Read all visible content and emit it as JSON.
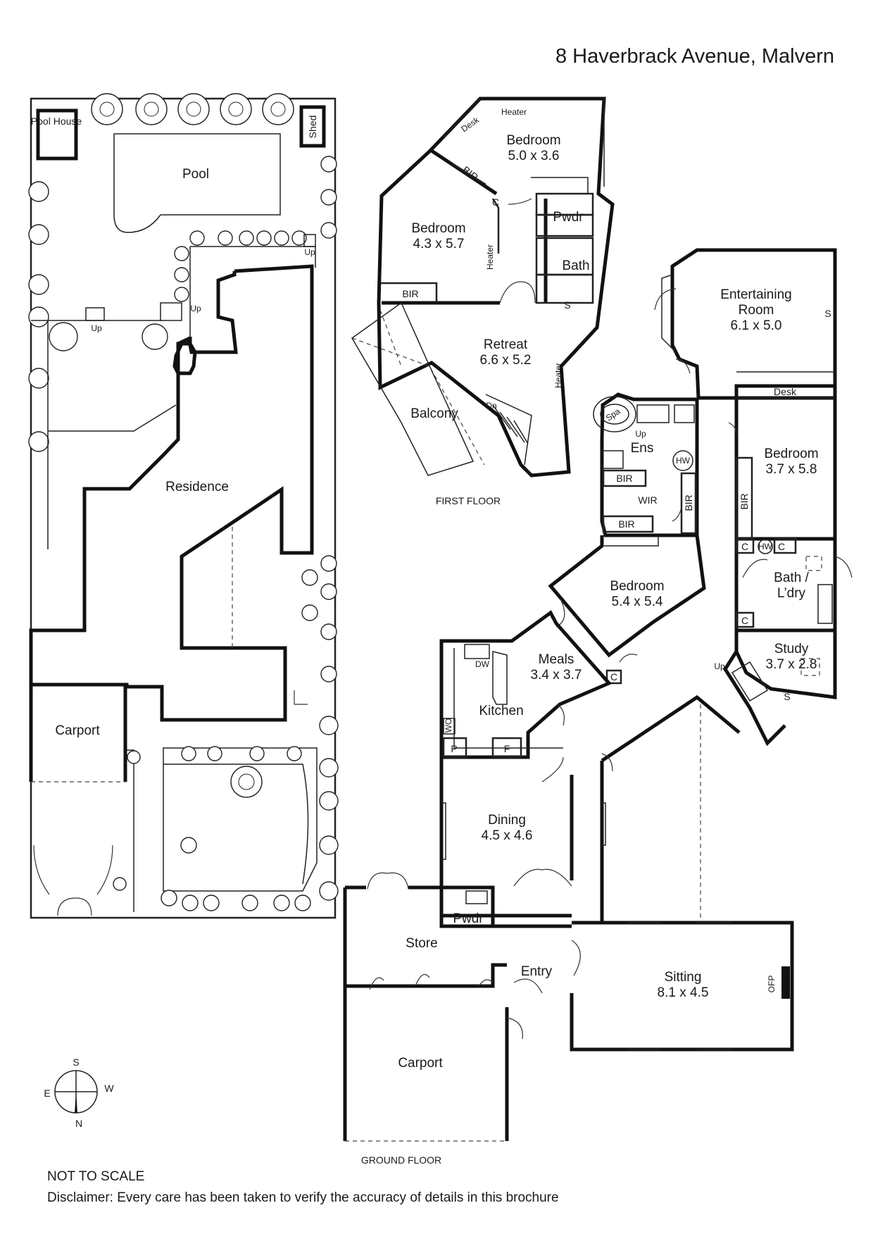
{
  "title": "8 Haverbrack Avenue, Malvern",
  "site": {
    "pool_house": "Pool House",
    "shed": "Shed",
    "pool": "Pool",
    "residence": "Residence",
    "carport": "Carport",
    "up_1": "Up",
    "up_2": "Up",
    "up_3": "Up"
  },
  "first_floor": {
    "label": "FIRST FLOOR",
    "bedroom1": {
      "name": "Bedroom",
      "dims": "5.0 x 3.6"
    },
    "bedroom2": {
      "name": "Bedroom",
      "dims": "4.3 x 5.7"
    },
    "retreat": {
      "name": "Retreat",
      "dims": "6.6 x 5.2"
    },
    "balcony": "Balcony",
    "heater_1": "Heater",
    "heater_2": "Heater",
    "heater_3": "Heater",
    "desk": "Desk",
    "bir_1": "BIR",
    "bir_2": "BIR",
    "c": "C",
    "pwdr": "Pwdr",
    "bath": "Bath",
    "s": "S",
    "dn": "Dn"
  },
  "ground_floor": {
    "label": "GROUND FLOOR",
    "entertaining": {
      "name_1": "Entertaining",
      "name_2": "Room",
      "dims": "6.1 x 5.0"
    },
    "ent_s": "S",
    "desk": "Desk",
    "bedroom_r": {
      "name": "Bedroom",
      "dims": "3.7 x 5.8"
    },
    "bir_r": "BIR",
    "c1": "C",
    "hw1": "HW",
    "c2": "C",
    "bath_ldry_1": "Bath /",
    "bath_ldry_2": "L’dry",
    "c3": "C",
    "study": {
      "name": "Study",
      "dims": "3.7 x 2.8"
    },
    "study_up": "Up",
    "study_s": "S",
    "spa": "Spa",
    "ens_up": "Up",
    "ens": "Ens",
    "hw2": "HW",
    "bir_a": "BIR",
    "wir": "WIR",
    "bir_b": "BIR",
    "bir_c": "BIR",
    "bedroom_m": {
      "name": "Bedroom",
      "dims": "5.4 x 5.4"
    },
    "c4": "C",
    "meals": {
      "name": "Meals",
      "dims": "3.4 x 3.7"
    },
    "dw": "DW",
    "kitchen": "Kitchen",
    "wo": "WO",
    "p": "P",
    "f": "F",
    "dining": {
      "name": "Dining",
      "dims": "4.5 x 4.6"
    },
    "pwdr": "Pwdr",
    "store": "Store",
    "entry": "Entry",
    "sitting": {
      "name": "Sitting",
      "dims": "8.1 x 4.5"
    },
    "ofp": "OFP",
    "carport": "Carport"
  },
  "compass": {
    "n": "N",
    "s": "S",
    "e": "E",
    "w": "W"
  },
  "footer": {
    "not_to_scale": "NOT TO SCALE",
    "disclaimer": "Disclaimer: Every care has been taken to verify the accuracy of details in this brochure"
  }
}
